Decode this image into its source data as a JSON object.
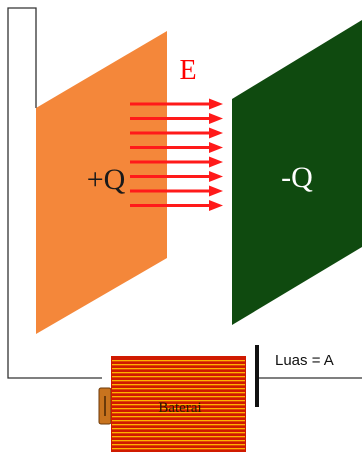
{
  "diagram": {
    "field_label": "E",
    "positive_plate_label": "+Q",
    "negative_plate_label": "-Q",
    "area_label": "Luas = A",
    "battery_label": "Baterai",
    "field_arrow_count": 8,
    "colors": {
      "positive_plate": "#f4873a",
      "negative_plate": "#0f4a0f",
      "field_arrows": "#ff1a1a",
      "field_label": "#ff0000",
      "plate_label_positive": "#1a1a1a",
      "plate_label_negative": "#ffffff",
      "battery_body": "#d01a00",
      "battery_stripes": "#ffb300",
      "wire": "#333333"
    }
  }
}
